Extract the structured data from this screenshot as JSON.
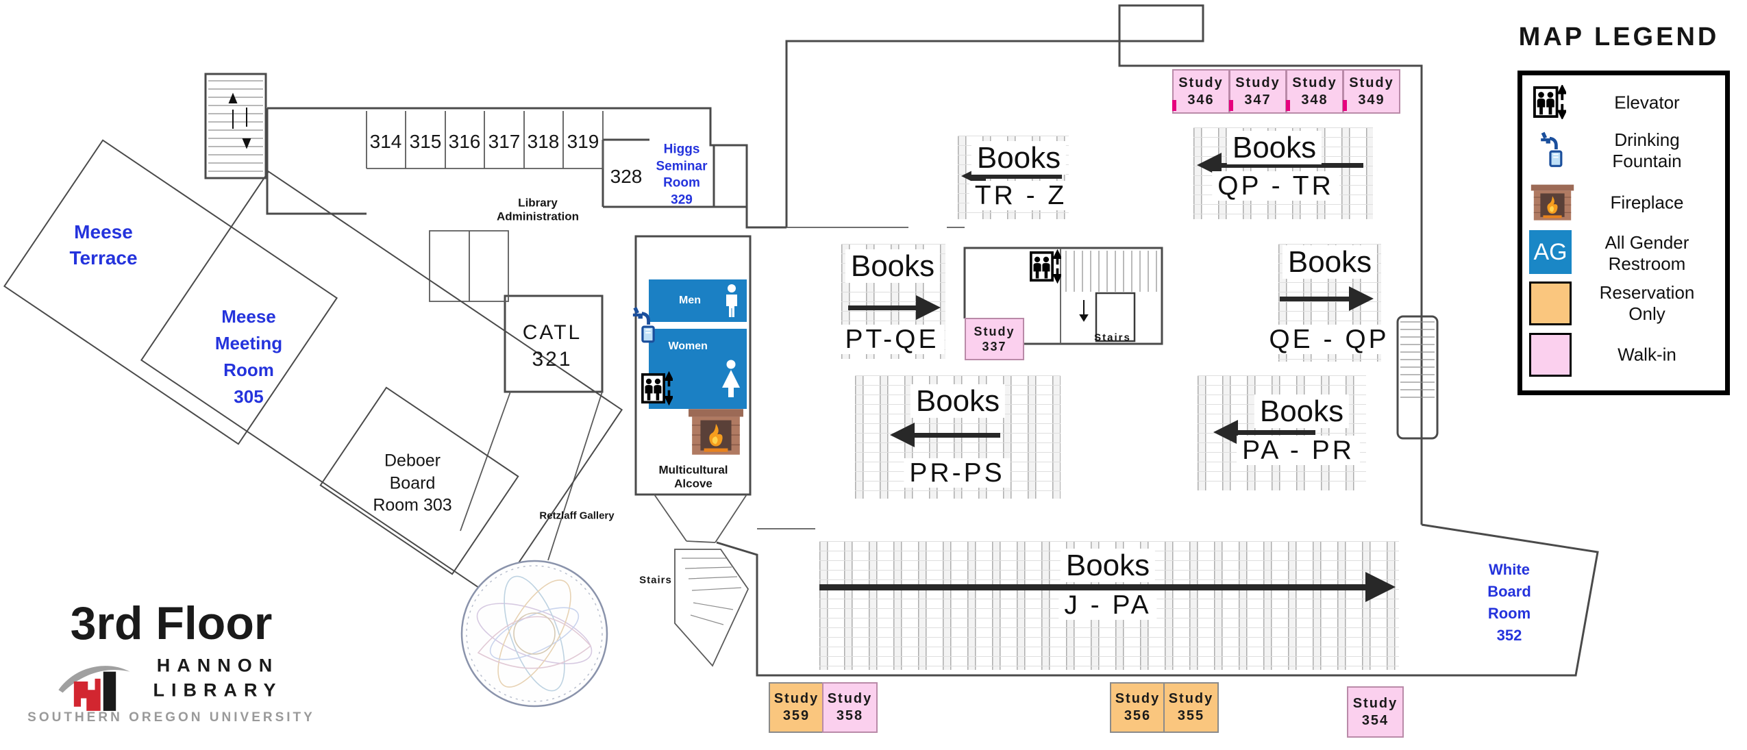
{
  "legend": {
    "title": "MAP LEGEND",
    "items": [
      {
        "name": "elevator",
        "label": "Elevator"
      },
      {
        "name": "drinking-fountain",
        "label_line1": "Drinking",
        "label_line2": "Fountain"
      },
      {
        "name": "fireplace",
        "label": "Fireplace"
      },
      {
        "name": "all-gender-restroom",
        "badge": "AG",
        "label_line1": "All Gender",
        "label_line2": "Restroom"
      },
      {
        "name": "reservation-only",
        "label_line1": "Reservation",
        "label_line2": "Only"
      },
      {
        "name": "walk-in",
        "label": "Walk-in"
      }
    ]
  },
  "branding": {
    "floor_title": "3rd Floor",
    "library_name_line1": "HANNON",
    "library_name_line2": "LIBRARY",
    "university": "SOUTHERN OREGON UNIVERSITY"
  },
  "rooms": {
    "r314": "314",
    "r315": "315",
    "r316": "316",
    "r317": "317",
    "r318": "318",
    "r319": "319",
    "r328": "328",
    "higgs_seminar": {
      "line1": "Higgs",
      "line2": "Seminar",
      "line3": "Room",
      "line4": "329"
    },
    "library_administration": {
      "line1": "Library",
      "line2": "Administration"
    },
    "meese_terrace": {
      "line1": "Meese",
      "line2": "Terrace"
    },
    "meese_meeting_room": {
      "line1": "Meese",
      "line2": "Meeting",
      "line3": "Room",
      "line4": "305"
    },
    "catl": {
      "line1": "CATL",
      "line2": "321"
    },
    "deboer_board_room": {
      "line1": "Deboer",
      "line2": "Board",
      "line3": "Room 303"
    },
    "retzlaff_gallery": "Retzlaff Gallery",
    "multicultural_alcove": {
      "line1": "Multicultural",
      "line2": "Alcove"
    },
    "men_restroom": "Men",
    "women_restroom": "Women",
    "stairs_center": "Stairs",
    "stairs_rotunda": "Stairs",
    "white_board_room": {
      "line1": "White",
      "line2": "Board",
      "line3": "Room",
      "line4": "352"
    }
  },
  "study_rooms": [
    {
      "label": "Study",
      "number": "346",
      "type": "walk-in"
    },
    {
      "label": "Study",
      "number": "347",
      "type": "walk-in"
    },
    {
      "label": "Study",
      "number": "348",
      "type": "walk-in"
    },
    {
      "label": "Study",
      "number": "349",
      "type": "walk-in"
    },
    {
      "label": "Study",
      "number": "337",
      "type": "walk-in"
    },
    {
      "label": "Study",
      "number": "359",
      "type": "reservation-only"
    },
    {
      "label": "Study",
      "number": "358",
      "type": "walk-in"
    },
    {
      "label": "Study",
      "number": "356",
      "type": "reservation-only"
    },
    {
      "label": "Study",
      "number": "355",
      "type": "reservation-only"
    },
    {
      "label": "Study",
      "number": "354",
      "type": "walk-in"
    }
  ],
  "book_sections": [
    {
      "title": "Books",
      "range": "TR - Z",
      "arrow": "left"
    },
    {
      "title": "Books",
      "range": "QP - TR",
      "arrow": "left"
    },
    {
      "title": "Books",
      "range": "PT-QE",
      "arrow": "right"
    },
    {
      "title": "Books",
      "range": "QE - QP",
      "arrow": "right"
    },
    {
      "title": "Books",
      "range": "PR-PS",
      "arrow": "left"
    },
    {
      "title": "Books",
      "range": "PA - PR",
      "arrow": "left"
    },
    {
      "title": "Books",
      "range": "J - PA",
      "arrow": "right"
    }
  ],
  "colors": {
    "walk_in_pink": "#FBD0EE",
    "reservation_orange": "#FAC67E",
    "restroom_blue": "#1B80C4",
    "room_label_blue": "#2433DC",
    "door_accent_magenta": "#E6007E"
  }
}
